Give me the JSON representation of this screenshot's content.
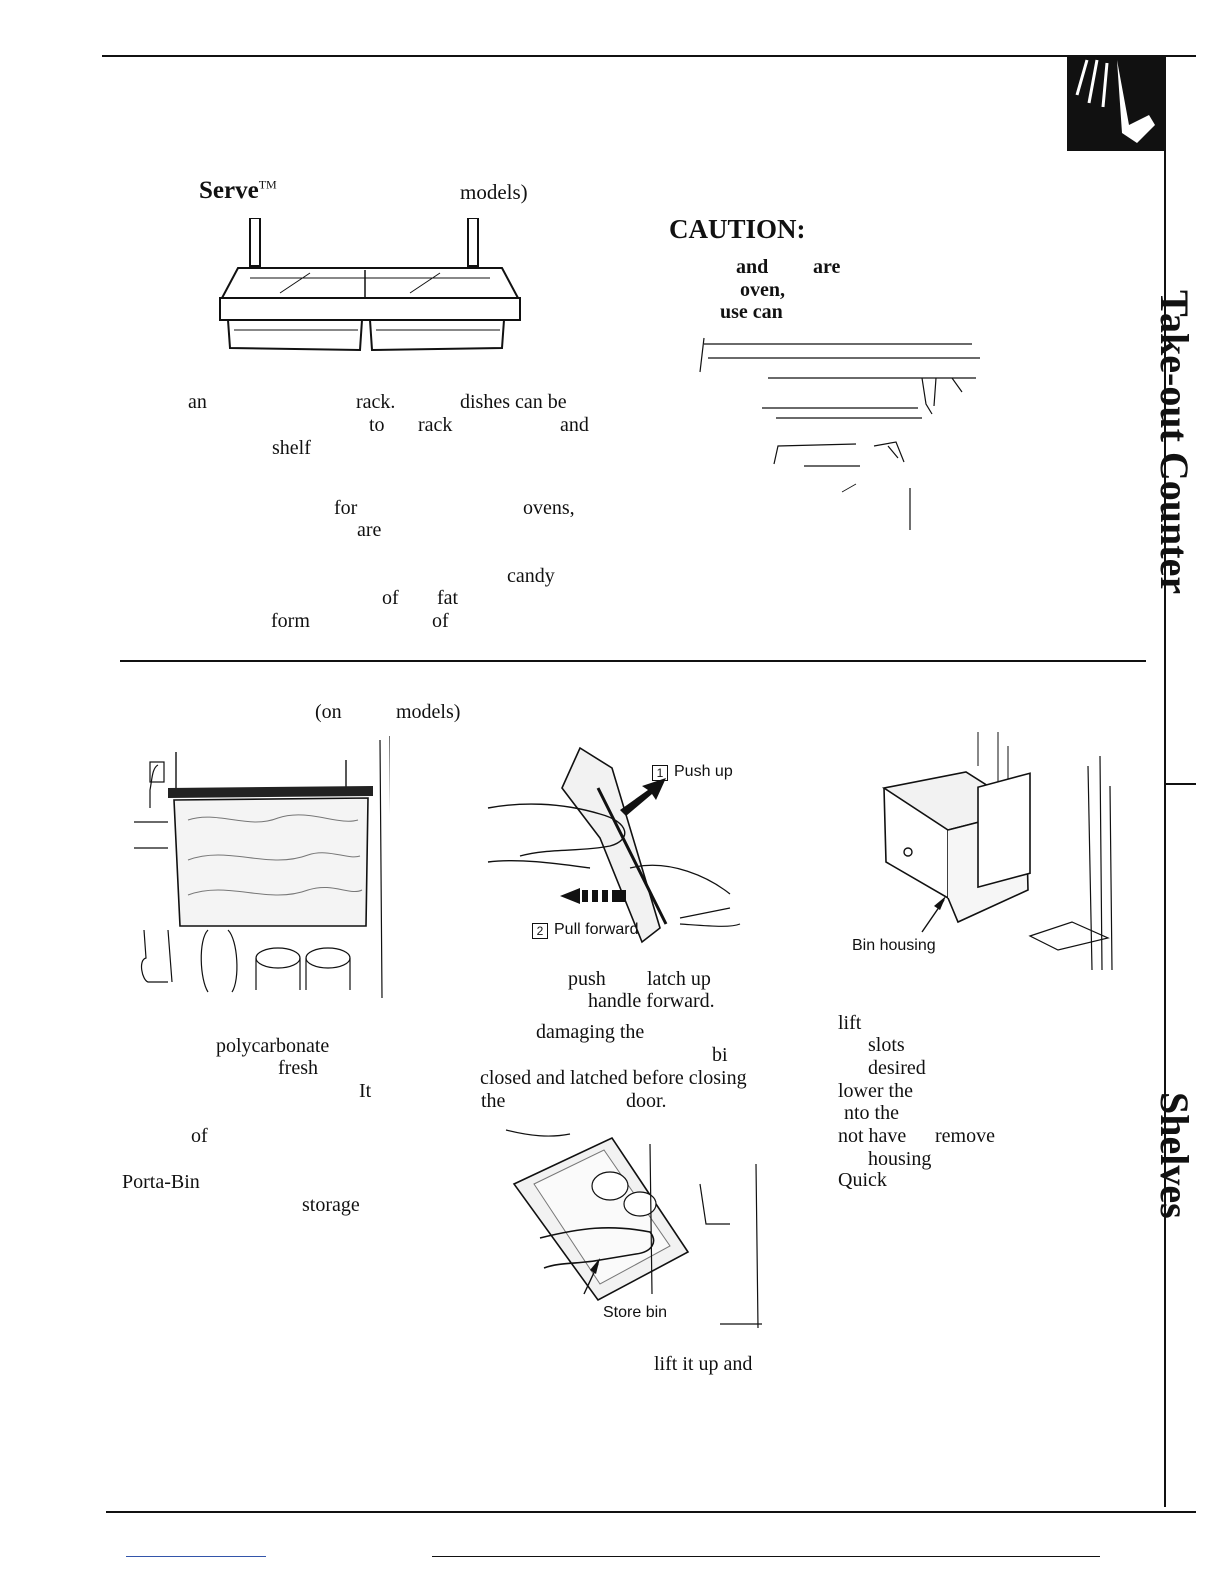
{
  "side_tabs": {
    "top": "Take-out Counter",
    "bottom": "Shelves"
  },
  "quick_serve": {
    "heading_brand": "Serve",
    "heading_tm": "TM",
    "heading_suffix": "models)",
    "lines": [
      {
        "parts": [
          "an",
          "rack.",
          "dishes can be"
        ]
      },
      {
        "parts": [
          "to",
          "rack",
          "and"
        ]
      },
      {
        "parts": [
          "shelf"
        ]
      },
      {
        "parts": [
          "for",
          "ovens,"
        ]
      },
      {
        "parts": [
          "are"
        ]
      },
      {
        "parts": [
          "candy"
        ]
      },
      {
        "parts": [
          "of",
          "fat"
        ]
      },
      {
        "parts": [
          "form",
          "of"
        ]
      }
    ]
  },
  "caution": {
    "title": "CAUTION:",
    "line1a": "and",
    "line1b": "are",
    "line2": "oven,",
    "line3": "use can"
  },
  "porta_bin": {
    "heading_a": "(on",
    "heading_b": "models)",
    "col1": [
      "polycarbonate",
      "fresh",
      "It",
      "of",
      "Porta-Bin",
      "storage"
    ],
    "col2": {
      "push": "push",
      "latch": "latch up",
      "handle": "handle forward.",
      "damaging": "damaging the",
      "bi": "bi",
      "closed": "closed and latched before closing",
      "the": "the",
      "door": "door.",
      "lift": "lift it up and"
    },
    "col3": [
      "lift",
      "slots",
      "desired",
      "lower the",
      "nto the",
      "not have",
      "remove",
      "housing",
      "Quick"
    ],
    "labels": {
      "push_up": "Push up",
      "pull_forward": "Pull forward",
      "bin_housing": "Bin housing",
      "store_bin": "Store bin",
      "step1": "1",
      "step2": "2"
    }
  }
}
